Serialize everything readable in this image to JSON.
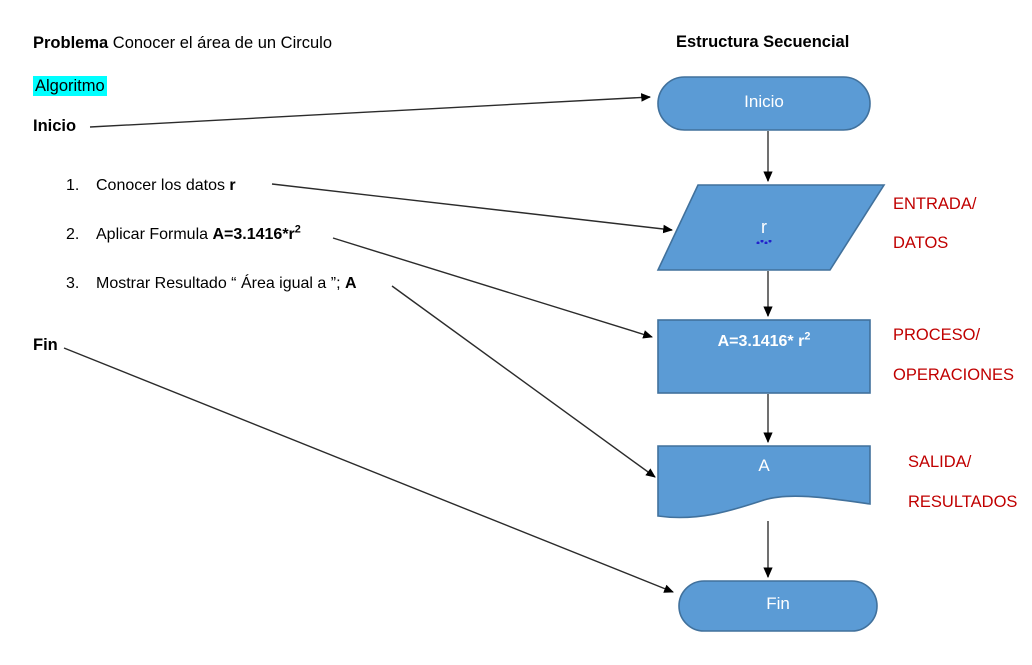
{
  "page": {
    "background": "#ffffff",
    "shape_fill": "#5B9BD5",
    "shape_stroke": "#41719C",
    "annotation_color": "#C00000",
    "highlight_color": "#00FFFF",
    "connector_color": "#000000"
  },
  "algorithm": {
    "problema_label": "Problema",
    "problema_text": " Conocer el área de un Circulo",
    "algoritmo_heading": "Algoritmo",
    "inicio_word": "Inicio",
    "fin_word": "Fin",
    "steps": [
      {
        "number": "1.",
        "text_plain": "Conocer los datos ",
        "text_bold": "r",
        "full": "1. Conocer los datos r"
      },
      {
        "number": "2.",
        "text_plain": "Aplicar Formula ",
        "text_bold": "A=3.1416*r",
        "superscript": "2",
        "full": "2. Aplicar Formula A=3.1416*r2"
      },
      {
        "number": "3.",
        "text_plain": "Mostrar Resultado “ Área igual a ”; ",
        "text_bold": "A",
        "full": "3. Mostrar Resultado “ Área igual a ”; A"
      }
    ]
  },
  "flowchart": {
    "title": "Estructura Secuencial",
    "nodes": [
      {
        "id": "inicio",
        "shape": "terminator",
        "label": "Inicio"
      },
      {
        "id": "entrada",
        "shape": "parallelogram",
        "label": "r",
        "spellcheck_underline": true
      },
      {
        "id": "proceso",
        "shape": "rectangle",
        "label_plain": "A=3.1416* r",
        "label_sup": "2",
        "label": "A=3.1416* r2"
      },
      {
        "id": "salida",
        "shape": "document",
        "label": "A"
      },
      {
        "id": "fin",
        "shape": "terminator",
        "label": "Fin"
      }
    ]
  },
  "annotations": [
    {
      "id": "entrada-datos",
      "line1": "ENTRADA/",
      "line2": "DATOS"
    },
    {
      "id": "proceso-operaciones",
      "line1": "PROCESO/",
      "line2": "OPERACIONES"
    },
    {
      "id": "salida-resultados",
      "line1": "SALIDA/",
      "line2": "RESULTADOS"
    }
  ]
}
